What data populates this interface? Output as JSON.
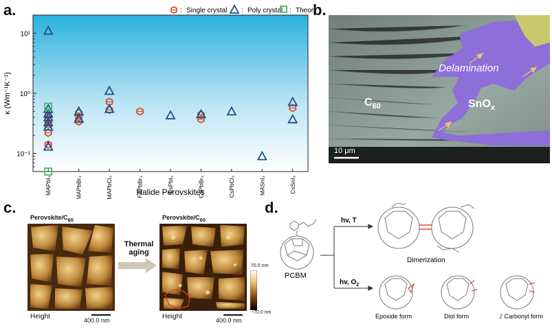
{
  "panels": {
    "a": "a.",
    "b": "b.",
    "c": "c.",
    "d": "d."
  },
  "chart_data": {
    "type": "scatter",
    "ylabel": "κ (Wm⁻¹K⁻¹)",
    "xlabel": "Halide Perovskites",
    "yscale": "log",
    "ylim": [
      0.05,
      20
    ],
    "yticks": [
      "10¹",
      "10⁰",
      "10⁻¹"
    ],
    "categories": [
      "MAPbI₃",
      "MAPbBr₃",
      "MAPbCl₃",
      "FAPbBr₃",
      "CsPbI₃",
      "CsPbBr₃",
      "CsPbCl₃",
      "MASnI₃",
      "CsSnI₃"
    ],
    "legend": [
      "Single crystal",
      "Poly crystal",
      "Theory"
    ],
    "legend_prefix": ": ",
    "legend_position": "top-right",
    "colors": {
      "single": "#d2522b",
      "poly": "#1f4e8c",
      "theory": "#4bb56a"
    },
    "series": [
      {
        "name": "Single crystal",
        "points": [
          [
            0,
            0.42
          ],
          [
            0,
            0.35
          ],
          [
            0,
            0.3
          ],
          [
            0,
            0.22
          ],
          [
            0,
            0.14
          ],
          [
            1,
            0.47
          ],
          [
            1,
            0.4
          ],
          [
            1,
            0.34
          ],
          [
            2,
            0.72
          ],
          [
            2,
            0.53
          ],
          [
            3,
            0.5
          ],
          [
            5,
            0.44
          ],
          [
            5,
            0.37
          ],
          [
            8,
            0.57
          ]
        ]
      },
      {
        "name": "Poly crystal",
        "points": [
          [
            0,
            11
          ],
          [
            0,
            0.55
          ],
          [
            0,
            0.46
          ],
          [
            0,
            0.4
          ],
          [
            0,
            0.33
          ],
          [
            0,
            0.28
          ],
          [
            0,
            0.13
          ],
          [
            1,
            0.5
          ],
          [
            1,
            0.38
          ],
          [
            2,
            1.1
          ],
          [
            2,
            0.55
          ],
          [
            4,
            0.43
          ],
          [
            5,
            0.45
          ],
          [
            6,
            0.5
          ],
          [
            7,
            0.09
          ],
          [
            8,
            0.72
          ],
          [
            8,
            0.37
          ]
        ]
      },
      {
        "name": "Theory",
        "points": [
          [
            0,
            0.6
          ],
          [
            0,
            0.05
          ]
        ]
      }
    ]
  },
  "panel_b": {
    "label_delam": "Delamination",
    "label_c60": "C",
    "label_c60_sub": "60",
    "label_sno": "SnO",
    "label_sno_sub": "x",
    "scalebar": "10 μm"
  },
  "panel_c": {
    "left_title": "Perovskite/C",
    "left_title_sub": "60",
    "right_title": "Perovskite/C",
    "right_title_sub": "60",
    "arrow_label_1": "Thermal",
    "arrow_label_2": "aging",
    "height_left": "Height",
    "height_right": "Height",
    "scale_left": "400.0 nm",
    "scale_right": "400.0 nm",
    "colorbar_top": "70.0 nm",
    "colorbar_bottom": "−70.0 nm"
  },
  "panel_d": {
    "pcbm": "PCBM",
    "route_top": "hv, T",
    "route_bottom": "hv, O",
    "route_bottom_sub": "2",
    "dimerization": "Dimerization",
    "epoxide": "Epoxide form",
    "diol": "Diol form",
    "carbonyl_num": "2",
    "carbonyl": "Carbonyl form"
  }
}
